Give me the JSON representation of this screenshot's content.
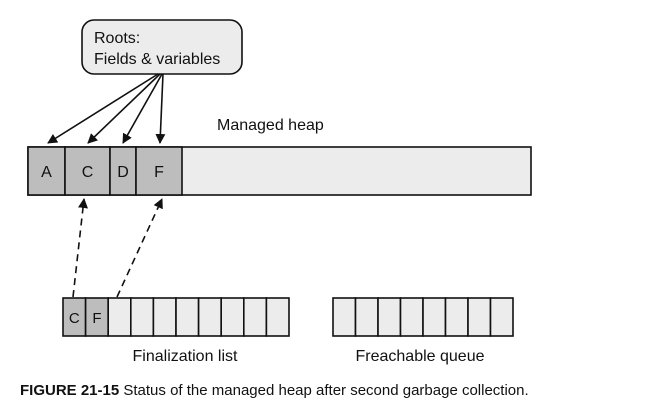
{
  "roots": {
    "line1": "Roots:",
    "line2": "Fields & variables"
  },
  "heap": {
    "label": "Managed heap",
    "objects": [
      "A",
      "C",
      "D",
      "F"
    ]
  },
  "finalization_list": {
    "label": "Finalization list",
    "entries": [
      "C",
      "F",
      "",
      "",
      "",
      "",
      "",
      "",
      "",
      ""
    ]
  },
  "freachable_queue": {
    "label": "Freachable queue",
    "entries": [
      "",
      "",
      "",
      "",
      "",
      "",
      "",
      ""
    ]
  },
  "caption": {
    "number": "FIGURE 21-15",
    "text": "Status of the managed heap after second garbage collection."
  },
  "colors": {
    "object_fill": "#bdbdbd",
    "empty_fill": "#ececec",
    "stroke": "#111111"
  }
}
